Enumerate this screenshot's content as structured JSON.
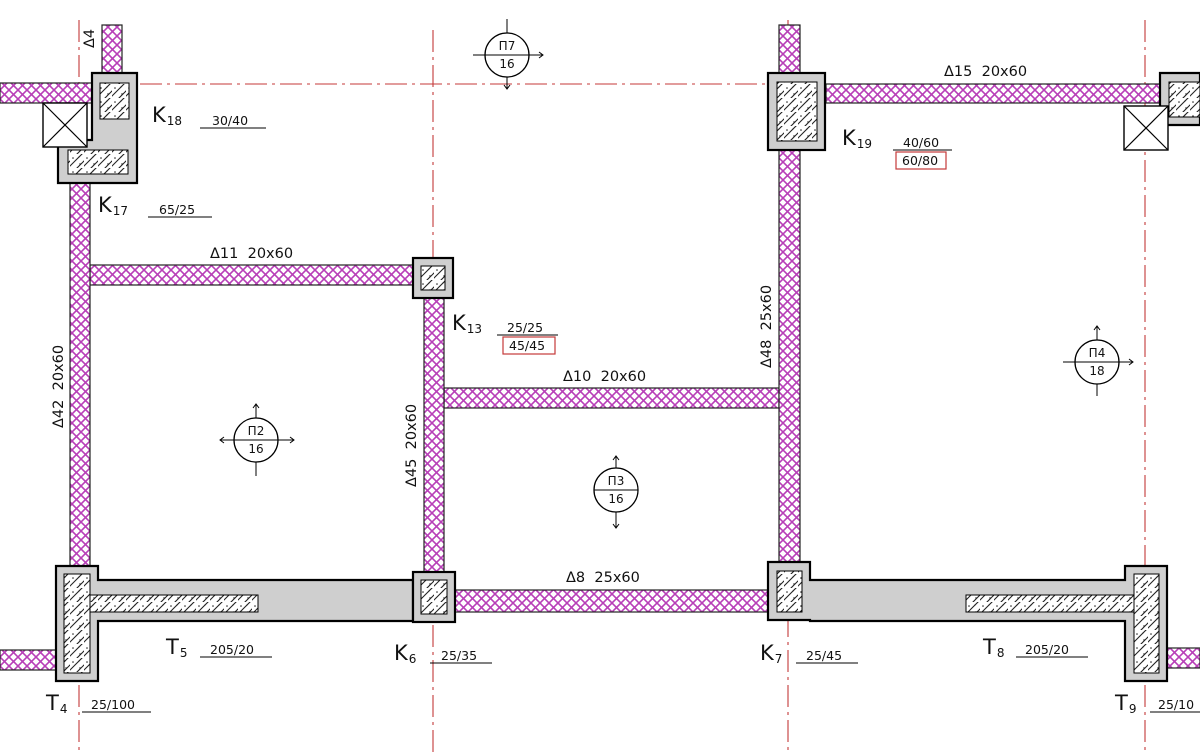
{
  "colors": {
    "beam_hatch": "#b83fb8",
    "axis_line": "#c43a3a",
    "wall_fill": "#cfcfcf",
    "outline": "#000000",
    "boxed_size_border": "#c43a3a"
  },
  "beams": [
    {
      "id": "b15",
      "label": "Δ15  20x60"
    },
    {
      "id": "b11",
      "label": "Δ11  20x60"
    },
    {
      "id": "b10",
      "label": "Δ10  20x60"
    },
    {
      "id": "b8",
      "label": "Δ8  25x60"
    },
    {
      "id": "b42",
      "label": "Δ42  20x60"
    },
    {
      "id": "b45",
      "label": "Δ45  20x60"
    },
    {
      "id": "b48",
      "label": "Δ48  25x60"
    },
    {
      "id": "b4",
      "label": "Δ4"
    }
  ],
  "columns": [
    {
      "id": "k18",
      "name": "K",
      "sub": "18",
      "size": "30/40",
      "boxed": ""
    },
    {
      "id": "k17",
      "name": "K",
      "sub": "17",
      "size": "65/25",
      "boxed": ""
    },
    {
      "id": "k19",
      "name": "K",
      "sub": "19",
      "size": "40/60",
      "boxed": "60/80"
    },
    {
      "id": "k13",
      "name": "K",
      "sub": "13",
      "size": "25/25",
      "boxed": "45/45"
    },
    {
      "id": "k6",
      "name": "K",
      "sub": "6",
      "size": "25/35",
      "boxed": ""
    },
    {
      "id": "k7",
      "name": "K",
      "sub": "7",
      "size": "25/45",
      "boxed": ""
    },
    {
      "id": "t4",
      "name": "T",
      "sub": "4",
      "size": "25/100",
      "boxed": ""
    },
    {
      "id": "t5",
      "name": "T",
      "sub": "5",
      "size": "205/20",
      "boxed": ""
    },
    {
      "id": "t8",
      "name": "T",
      "sub": "8",
      "size": "205/20",
      "boxed": ""
    },
    {
      "id": "t9",
      "name": "T",
      "sub": "9",
      "size": "25/10",
      "boxed": ""
    }
  ],
  "slabs": [
    {
      "id": "p7",
      "name": "Π7",
      "thickness": "16"
    },
    {
      "id": "p2",
      "name": "Π2",
      "thickness": "16"
    },
    {
      "id": "p3",
      "name": "Π3",
      "thickness": "16"
    },
    {
      "id": "p4",
      "name": "Π4",
      "thickness": "18"
    }
  ]
}
